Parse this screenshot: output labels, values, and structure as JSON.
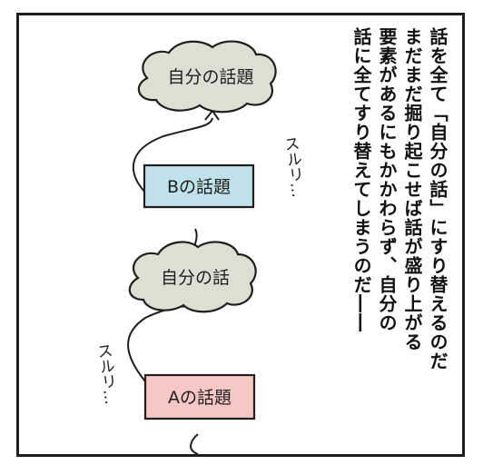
{
  "flow": {
    "top_bubble": "自分の話題",
    "b_box": "Bの話題",
    "mid_bubble": "自分の話",
    "a_box": "Aの話題",
    "aside_upper": "スルリ…",
    "aside_lower": "スルリ…"
  },
  "narration": {
    "lines": [
      "話を全て「自分の話」にすり替えるのだ",
      "まだまだ掘り起こせば話が盛り上がる",
      "要素があるにもかかわらず、自分の",
      "話に全てすり替えてしまうのだ――"
    ]
  },
  "colors": {
    "bubble_fill": "#dedfd2",
    "b_box_fill": "#bfe1e9",
    "a_box_fill": "#f6c7c5",
    "ink": "#1e1e1e"
  }
}
